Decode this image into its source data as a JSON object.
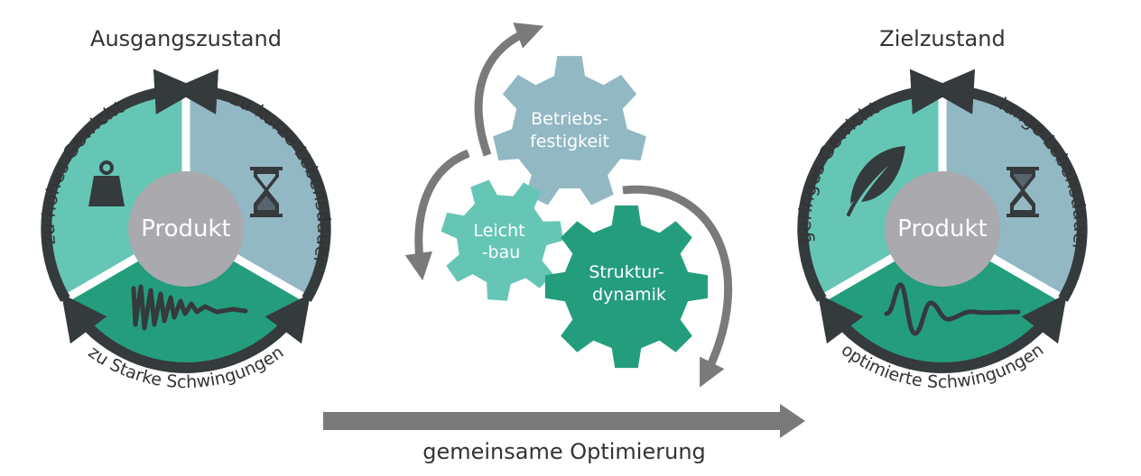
{
  "colors": {
    "teal_light": "#66c6b5",
    "blue_grey": "#92b8c4",
    "teal_dark": "#249d7d",
    "center_grey": "#a9a9ae",
    "arrow_dark": "#353a3c",
    "arrow_grey": "#7a7a7a",
    "text_dark": "#333333",
    "white": "#ffffff"
  },
  "left": {
    "title": "Ausgangszustand",
    "center_label": "Produkt",
    "label_weight": "zu hohes Gewicht",
    "label_life": "zu kurze Lebensdauer",
    "label_vibration": "zu Starke Schwingungen",
    "icon_weight": "weight-icon",
    "icon_life": "hourglass-icon",
    "icon_vibration": "oscillation-icon"
  },
  "right": {
    "title": "Zielzustand",
    "center_label": "Produkt",
    "label_weight": "geringes Gewicht",
    "label_life": "lange Lebensdauer",
    "label_vibration": "optimierte Schwingungen",
    "icon_weight": "feather-icon",
    "icon_life": "hourglass-icon",
    "icon_vibration": "damped-oscillation-icon"
  },
  "gears": {
    "betrieb_line1": "Betriebs-",
    "betrieb_line2": "festigkeit",
    "leicht_line1": "Leicht",
    "leicht_line2": "-bau",
    "struktur_line1": "Struktur-",
    "struktur_line2": "dynamik"
  },
  "bottom": {
    "label": "gemeinsame Optimierung"
  }
}
